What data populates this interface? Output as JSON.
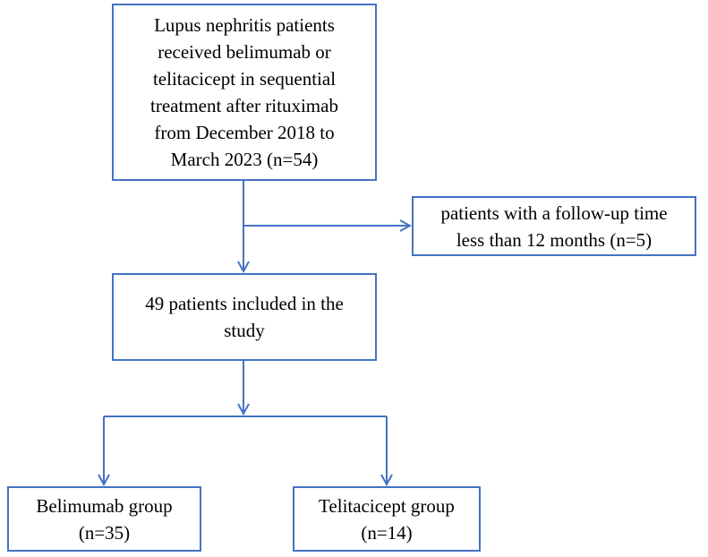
{
  "boxes": {
    "source": {
      "lines": [
        "Lupus nephritis patients",
        "received belimumab or",
        "telitacicept in sequential",
        "treatment after rituximab",
        "from December 2018 to",
        "March 2023 (n=54)"
      ]
    },
    "excluded": {
      "lines": [
        "patients with a follow-up time",
        "less than 12 months (n=5)"
      ]
    },
    "included": {
      "lines": [
        "49 patients included in the",
        "study"
      ]
    },
    "belimumab": {
      "lines": [
        "Belimumab group",
        "(n=35)"
      ]
    },
    "telitacicept": {
      "lines": [
        "Telitacicept group",
        "(n=14)"
      ]
    }
  },
  "colors": {
    "border": "#4472c4",
    "arrow": "#4472c4",
    "text": "#000000"
  }
}
